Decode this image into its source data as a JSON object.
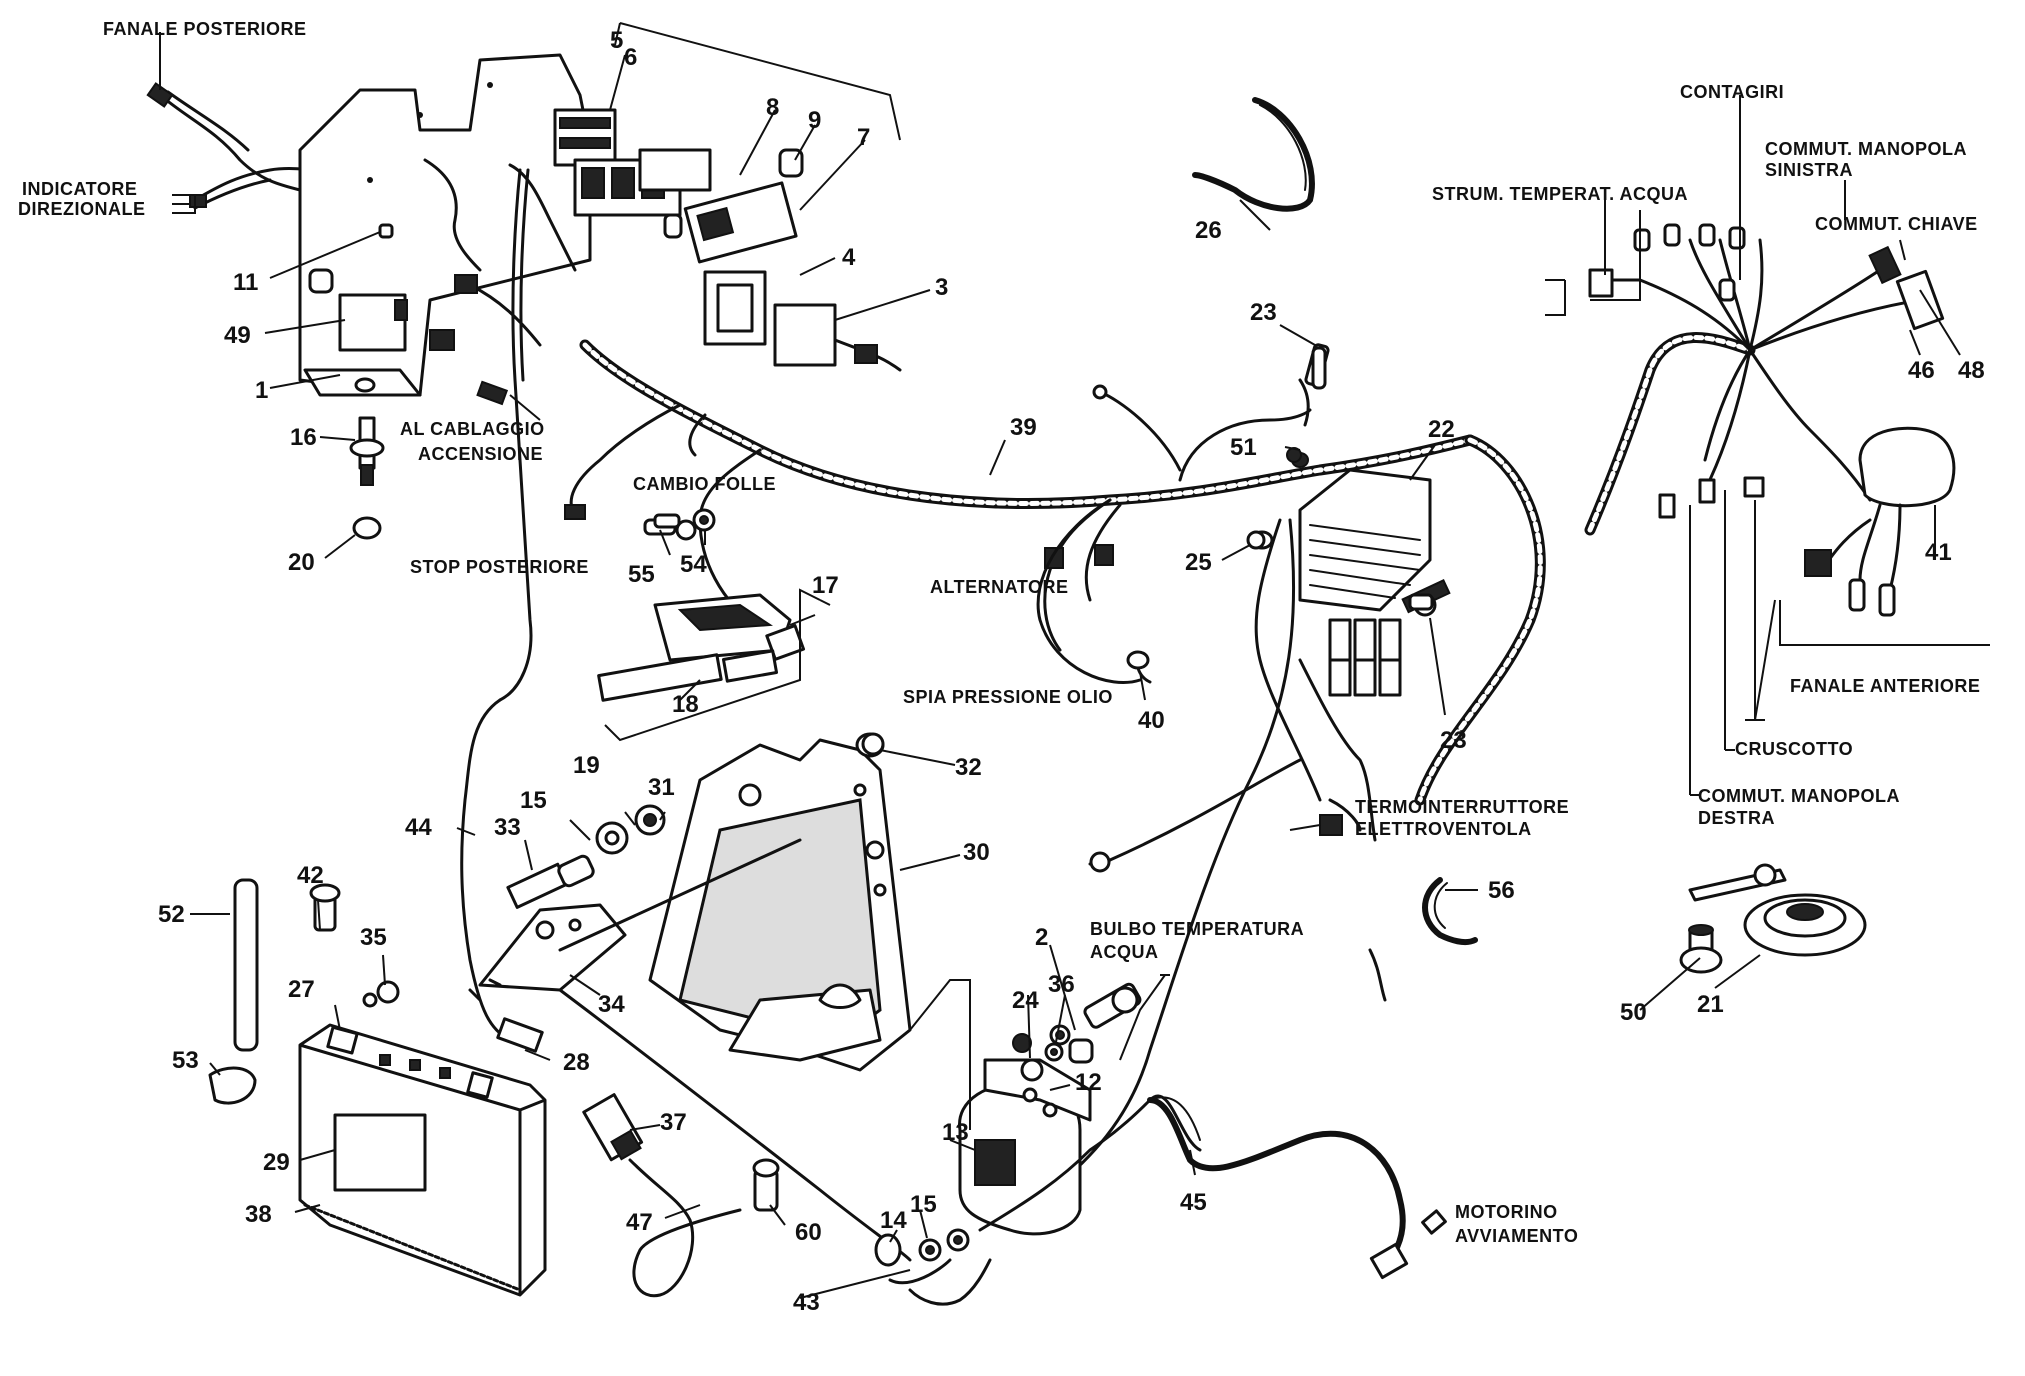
{
  "labels": {
    "fanale_posteriore": "FANALE POSTERIORE",
    "indicatore": "INDICATORE",
    "direzionale": "DIREZIONALE",
    "al_cablaggio": "AL CABLAGGIO",
    "accensione": "ACCENSIONE",
    "cambio_folle": "CAMBIO FOLLE",
    "stop_posteriore": "STOP POSTERIORE",
    "alternatore": "ALTERNATORE",
    "spia_pressione_olio": "SPIA PRESSIONE OLIO",
    "termointerruttore": "TERMOINTERRUTTORE",
    "elettroventola": "ELETTROVENTOLA",
    "bulbo_temperatura": "BULBO TEMPERATURA",
    "acqua": "ACQUA",
    "motorino": "MOTORINO",
    "avviamento": "AVVIAMENTO",
    "contagiri": "CONTAGIRI",
    "strum_temperat_acqua": "STRUM. TEMPERAT. ACQUA",
    "commut_manopola": "COMMUT. MANOPOLA",
    "sinistra": "SINISTRA",
    "commut_chiave": "COMMUT. CHIAVE",
    "fanale_anteriore": "FANALE ANTERIORE",
    "cruscotto": "CRUSCOTTO",
    "commut_manopola_2": "COMMUT. MANOPOLA",
    "destra": "DESTRA"
  },
  "numbers": {
    "n5": "5",
    "n6": "6",
    "n8": "8",
    "n9": "9",
    "n7": "7",
    "n4": "4",
    "n3": "3",
    "n11": "11",
    "n49": "49",
    "n1": "1",
    "n16": "16",
    "n20": "20",
    "n26": "26",
    "n23a": "23",
    "n39": "39",
    "n51": "51",
    "n22": "22",
    "n25": "25",
    "n23b": "23",
    "n40": "40",
    "n55": "55",
    "n54": "54",
    "n17": "17",
    "n18": "18",
    "n32": "32",
    "n44": "44",
    "n33": "33",
    "n15a": "15",
    "n19": "19",
    "n31": "31",
    "n30": "30",
    "n42": "42",
    "n52": "52",
    "n35": "35",
    "n27": "27",
    "n34": "34",
    "n53": "53",
    "n28": "28",
    "n29": "29",
    "n38": "38",
    "n37": "37",
    "n47": "47",
    "n60": "60",
    "n2": "2",
    "n36": "36",
    "n24": "24",
    "n12": "12",
    "n13": "13",
    "n14": "14",
    "n15b": "15",
    "n43": "43",
    "n45": "45",
    "n56": "56",
    "n46": "46",
    "n48": "48",
    "n41": "41",
    "n50": "50",
    "n21": "21"
  }
}
